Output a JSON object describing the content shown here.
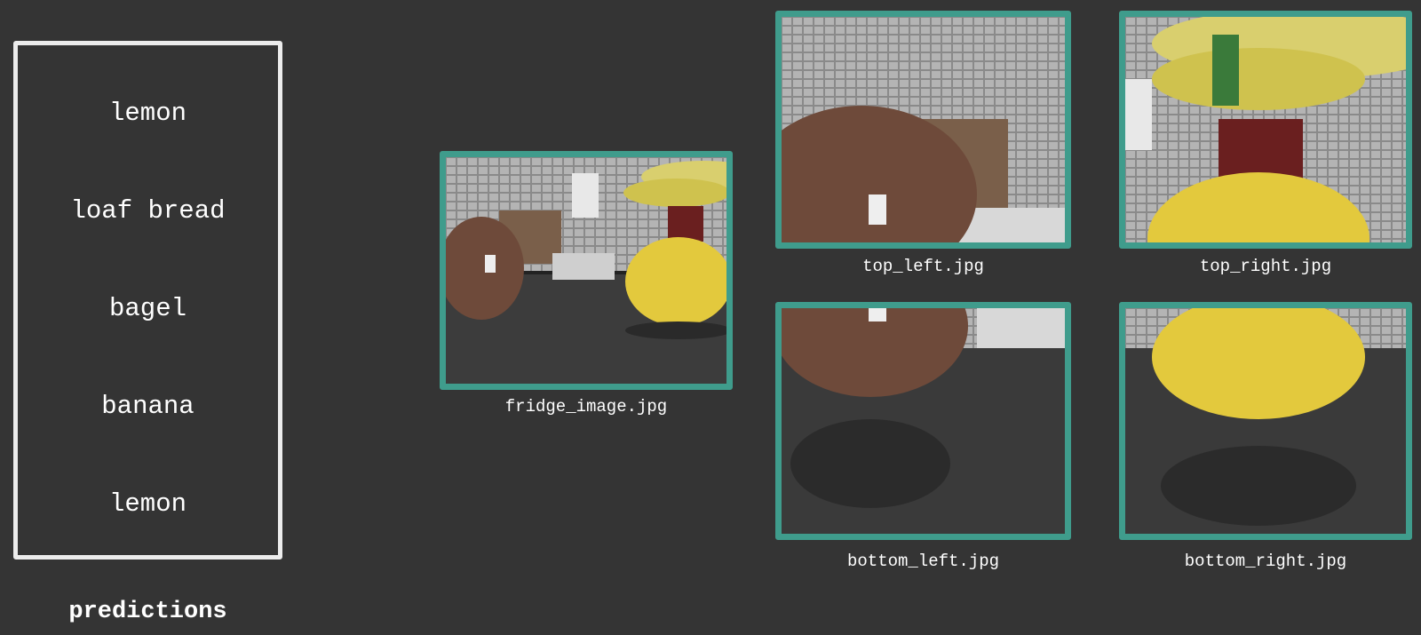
{
  "predictions": {
    "caption": "predictions",
    "items": [
      "lemon",
      "loaf bread",
      "bagel",
      "banana",
      "lemon"
    ]
  },
  "images": {
    "fridge": {
      "filename": "fridge_image.jpg"
    },
    "top_left": {
      "filename": "top_left.jpg"
    },
    "top_right": {
      "filename": "top_right.jpg"
    },
    "bottom_left": {
      "filename": "bottom_left.jpg"
    },
    "bottom_right": {
      "filename": "bottom_right.jpg"
    }
  },
  "colors": {
    "background": "#343434",
    "frame_accent": "#3f9c8c",
    "prediction_border": "#ececec"
  }
}
